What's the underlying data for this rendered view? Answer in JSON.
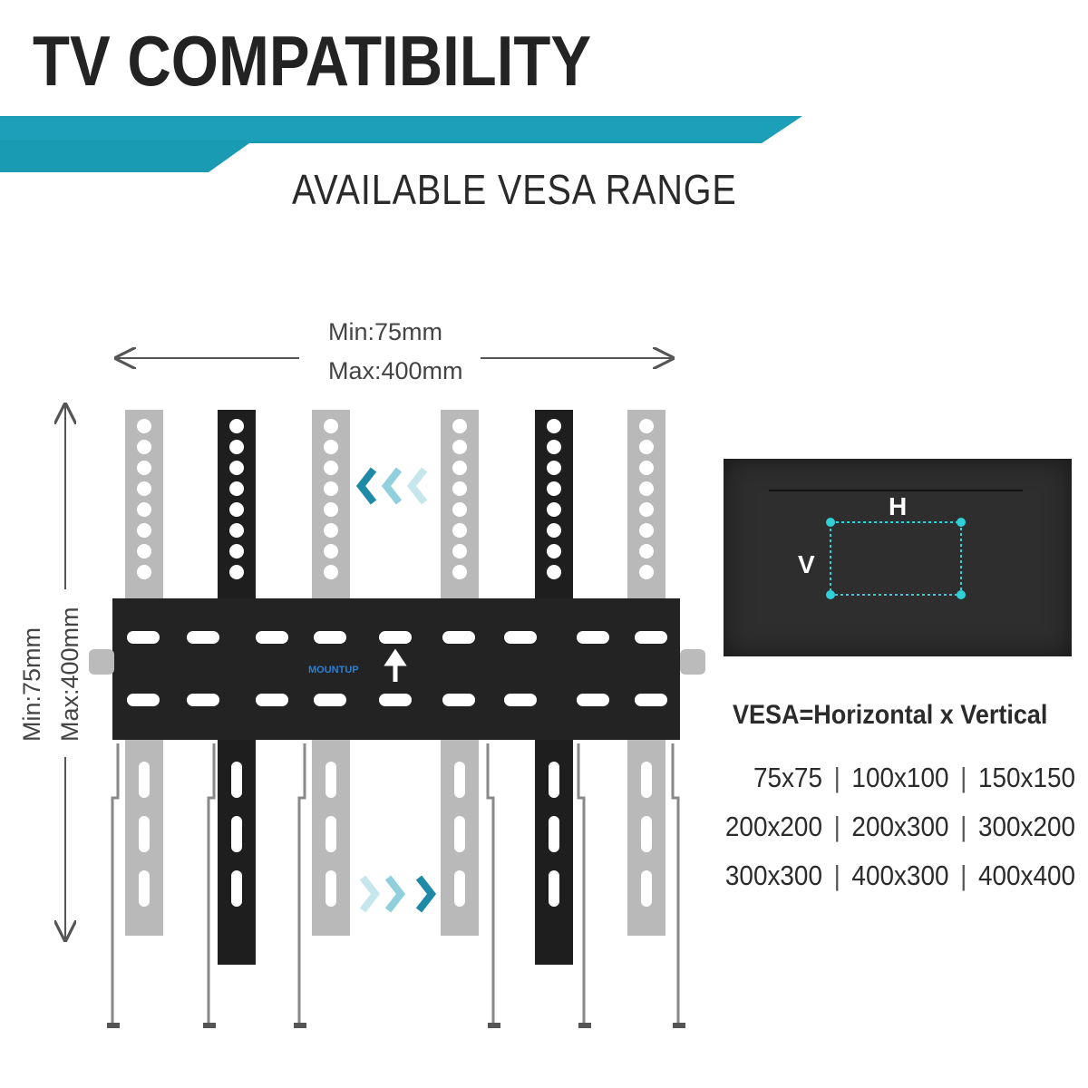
{
  "header": {
    "title": "TV COMPATIBILITY",
    "subtitle": "AVAILABLE VESA RANGE",
    "accent_color": "#1a9bb4"
  },
  "diagram": {
    "horizontal_min": "Min:75mm",
    "horizontal_max": "Max:400mm",
    "vertical_min": "Min:75mm",
    "vertical_max": "Max:400mm",
    "brand": "MOUNTUP"
  },
  "tv_figure": {
    "h_label": "H",
    "v_label": "V",
    "highlight_color": "#2fd0d8"
  },
  "vesa": {
    "equation": "VESA=Horizontal x Vertical",
    "rows": [
      [
        "75x75",
        "100x100",
        "150x150"
      ],
      [
        "200x200",
        "200x300",
        "300x200"
      ],
      [
        "300x300",
        "400x300",
        "400x400"
      ]
    ]
  }
}
